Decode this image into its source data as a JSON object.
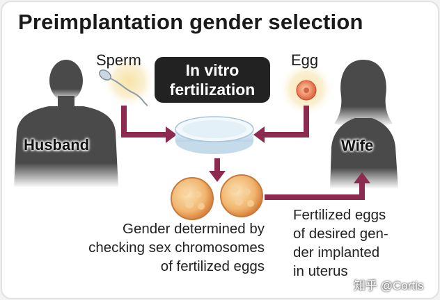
{
  "title": "Preimplantation gender selection",
  "labels": {
    "sperm": "Sperm",
    "egg": "Egg",
    "husband": "Husband",
    "wife": "Wife"
  },
  "ivf": {
    "line1": "In vitro",
    "line2": "fertilization"
  },
  "captions": {
    "left": [
      "Gender determined by",
      "checking sex chromosomes",
      "of fertilized eggs"
    ],
    "right": [
      "Fertilized eggs",
      "of desired gen-",
      "der implanted",
      "in uterus"
    ]
  },
  "watermark": "知乎 @Cortis",
  "colors": {
    "arrow": "#8c2b4f",
    "silhouette": "#4a4a4a",
    "egg_orange": "#e8904a",
    "ivf_box": "#222222",
    "glow": "#f7e3a6"
  },
  "icons": [
    "husband-silhouette-icon",
    "wife-silhouette-icon",
    "sperm-icon",
    "egg-cell-icon",
    "petri-dish-icon",
    "fertilized-egg-icon"
  ]
}
